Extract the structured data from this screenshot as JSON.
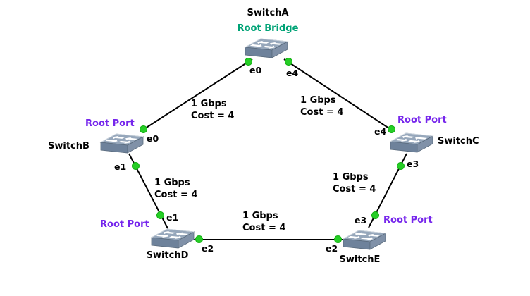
{
  "diagram": {
    "type": "spanning-tree-topology",
    "background": "#ffffff",
    "colors": {
      "root_bridge_label": "#00A376",
      "root_port_label": "#7626EC",
      "port_dot": "#26CE26",
      "link_line": "#000000",
      "switch_top": "#96A7BB",
      "switch_front": "#6E829B",
      "switch_side": "#8091A8"
    }
  },
  "nodes": {
    "a": {
      "name": "SwitchA",
      "role": "Root Bridge"
    },
    "b": {
      "name": "SwitchB",
      "role": "Root Port"
    },
    "c": {
      "name": "SwitchC",
      "role": "Root Port"
    },
    "d": {
      "name": "SwitchD",
      "role": "Root Port"
    },
    "e": {
      "name": "SwitchE",
      "role": "Root Port"
    }
  },
  "ports": {
    "a_e0": "e0",
    "a_e4": "e4",
    "b_e0": "e0",
    "b_e1": "e1",
    "c_e4": "e4",
    "c_e3": "e3",
    "d_e1": "e1",
    "d_e2": "e2",
    "e_e3": "e3",
    "e_e2": "e2"
  },
  "links": {
    "ab": {
      "endpoints": "SwitchA:e0 - SwitchB:e0",
      "bandwidth": "1 Gbps",
      "cost": "Cost = 4"
    },
    "ac": {
      "endpoints": "SwitchA:e4 - SwitchC:e4",
      "bandwidth": "1 Gbps",
      "cost": "Cost = 4"
    },
    "bd": {
      "endpoints": "SwitchB:e1 - SwitchD:e1",
      "bandwidth": "1 Gbps",
      "cost": "Cost = 4"
    },
    "de": {
      "endpoints": "SwitchD:e2 - SwitchE:e2",
      "bandwidth": "1 Gbps",
      "cost": "Cost = 4"
    },
    "ce": {
      "endpoints": "SwitchC:e3 - SwitchE:e3",
      "bandwidth": "1 Gbps",
      "cost": "Cost = 4"
    }
  }
}
